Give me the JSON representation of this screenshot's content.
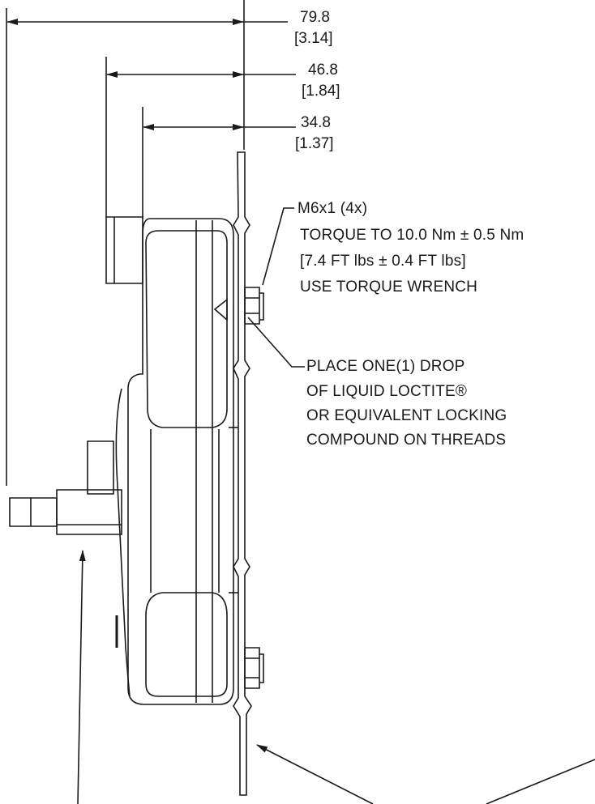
{
  "dimensions": [
    {
      "mm": "79.8",
      "inch": "[3.14]"
    },
    {
      "mm": "46.8",
      "inch": "[1.84]"
    },
    {
      "mm": "34.8",
      "inch": "[1.37]"
    }
  ],
  "fastener_note": {
    "lines": [
      "M6x1 (4x)",
      "TORQUE TO 10.0 Nm ± 0.5 Nm",
      "[7.4 FT lbs ± 0.4 FT lbs]",
      "USE TORQUE WRENCH"
    ]
  },
  "loctite_note": {
    "lines": [
      "PLACE ONE(1) DROP",
      "OF LIQUID LOCTITE®",
      "OR EQUIVALENT LOCKING",
      "COMPOUND ON THREADS"
    ]
  },
  "colors": {
    "line": "#1a1a1a",
    "background": "#ffffff"
  }
}
